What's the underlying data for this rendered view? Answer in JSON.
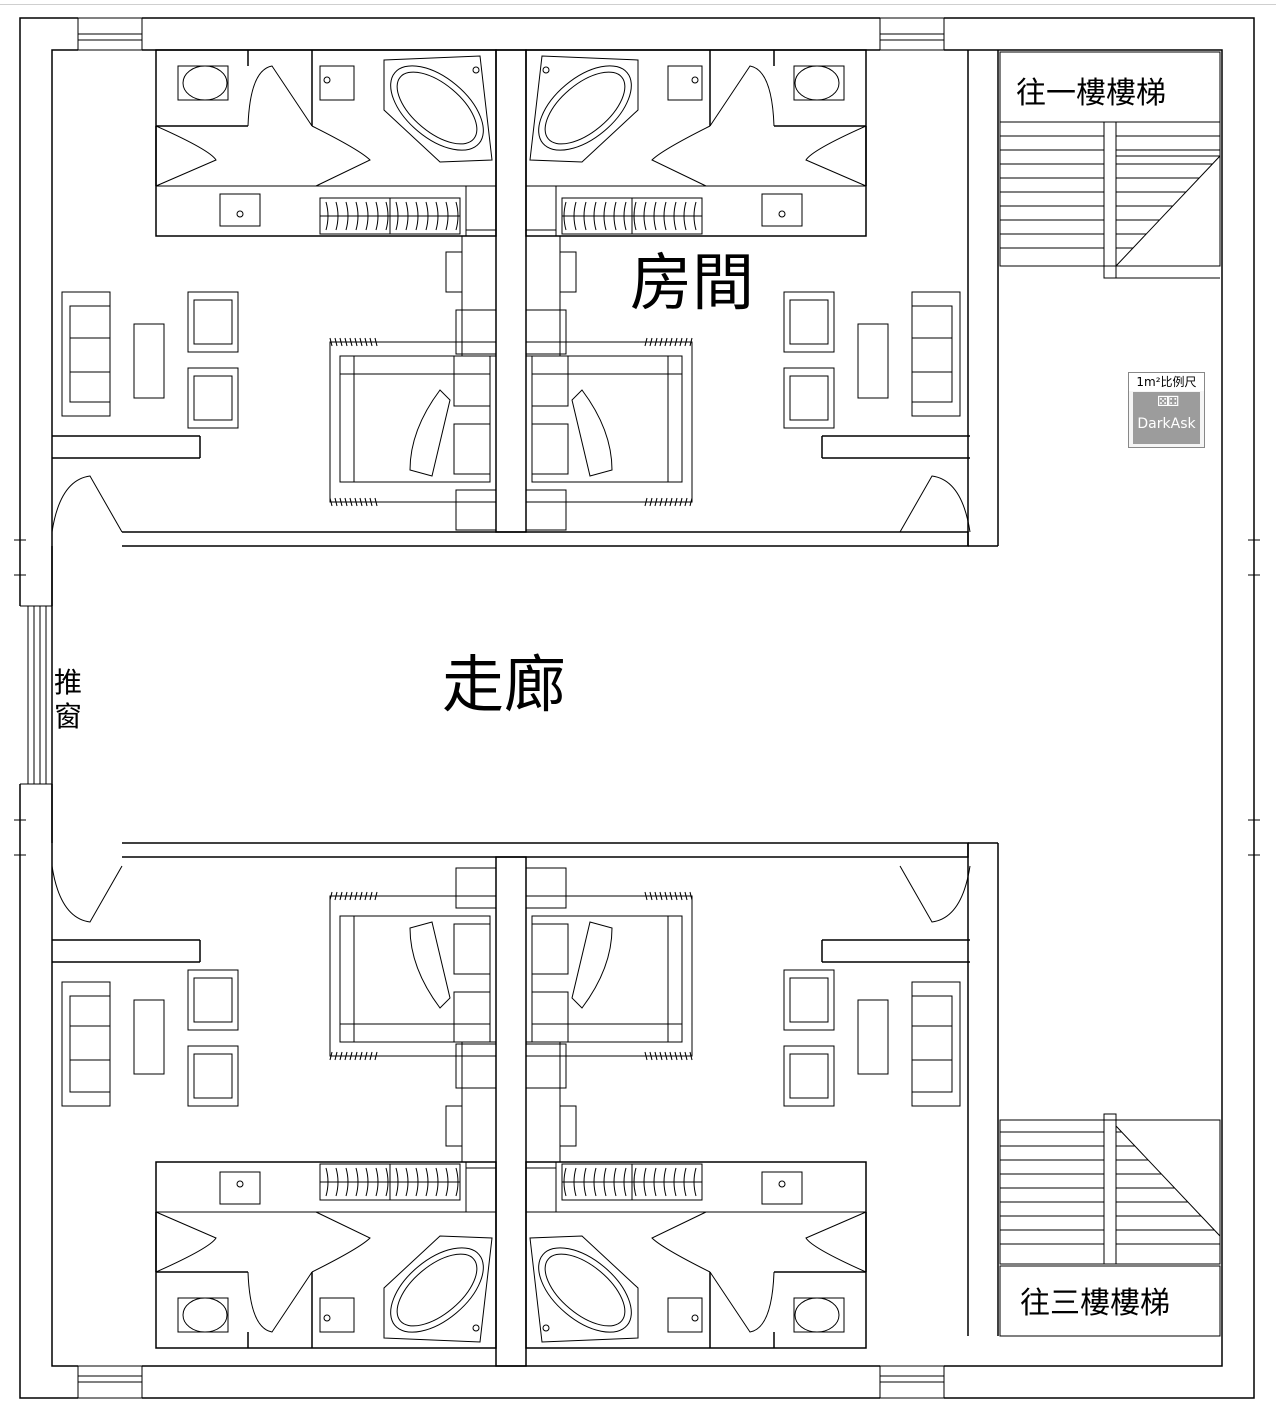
{
  "labels": {
    "room": "房間",
    "corridor": "走廊",
    "stair_up": "往一樓樓梯",
    "stair_down": "往三樓樓梯",
    "window_line1": "推",
    "window_line2": "窗"
  },
  "scale_badge": {
    "caption": "1m²比例尺",
    "brand": "DarkAsk",
    "icon": "dice-icon"
  },
  "colors": {
    "line": "#000000",
    "background": "#ffffff",
    "badge": "#9c9c9c"
  }
}
